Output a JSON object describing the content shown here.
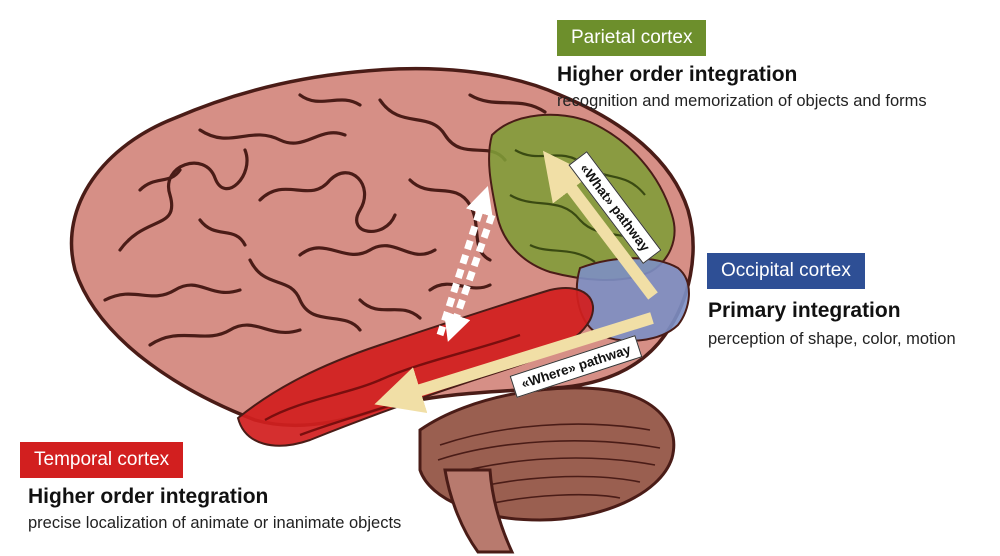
{
  "regions": {
    "parietal": {
      "tag": "Parietal cortex",
      "heading": "Higher order integration",
      "description": "recognition and memorization of objects and forms",
      "color": "#6d8f2c"
    },
    "occipital": {
      "tag": "Occipital cortex",
      "heading": "Primary integration",
      "description": "perception of shape, color, motion",
      "color": "#2e4f95"
    },
    "temporal": {
      "tag": "Temporal cortex",
      "heading": "Higher order integration",
      "description": "precise localization of animate or inanimate objects",
      "color": "#d21f1f"
    }
  },
  "pathways": {
    "what": "«What» pathway",
    "where": "«Where» pathway"
  },
  "colors": {
    "brain_tissue": "#d68f86",
    "brain_outline": "#4a1c17",
    "cerebellum": "#9a5f50",
    "pathway_arrow": "#f1dfa6"
  }
}
